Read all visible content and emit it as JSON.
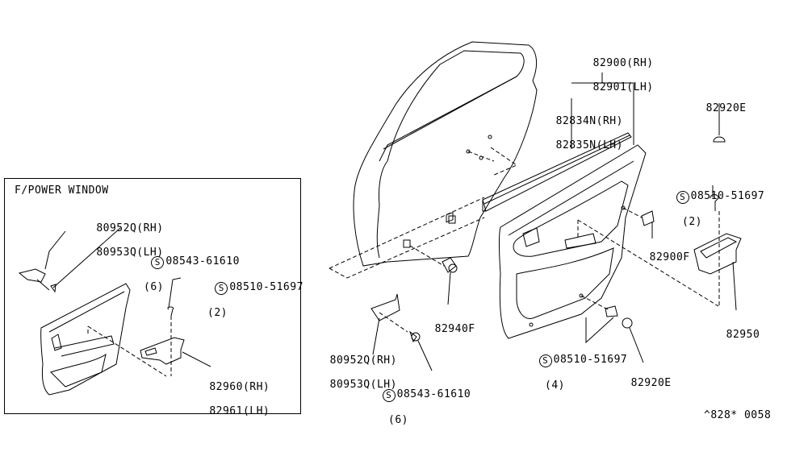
{
  "inset": {
    "title": "F/POWER WINDOW",
    "parts": [
      {
        "number": "80952Q(RH)",
        "alt": "80953Q(LH)"
      },
      {
        "symbol": "S",
        "number": "08543-61610",
        "qty": "(6)"
      },
      {
        "symbol": "S",
        "number": "08510-51697",
        "qty": "(2)"
      },
      {
        "number": "82960(RH)",
        "alt": "82961(LH)"
      }
    ]
  },
  "main": {
    "parts": [
      {
        "number": "82900(RH)",
        "alt": "82901(LH)"
      },
      {
        "number": "82834N(RH)",
        "alt": "82835N(LH)"
      },
      {
        "number": "82920E"
      },
      {
        "symbol": "S",
        "number": "08510-51697",
        "qty": "(2)"
      },
      {
        "number": "82900F"
      },
      {
        "number": "82950"
      },
      {
        "number": "82940F"
      },
      {
        "number": "80952Q(RH)",
        "alt": "80953Q(LH)"
      },
      {
        "symbol": "S",
        "number": "08543-61610",
        "qty": "(6)"
      },
      {
        "symbol": "S",
        "number": "08510-51697",
        "qty": "(4)"
      },
      {
        "number": "82920E"
      }
    ]
  },
  "diagram_code": "^828* 0058"
}
